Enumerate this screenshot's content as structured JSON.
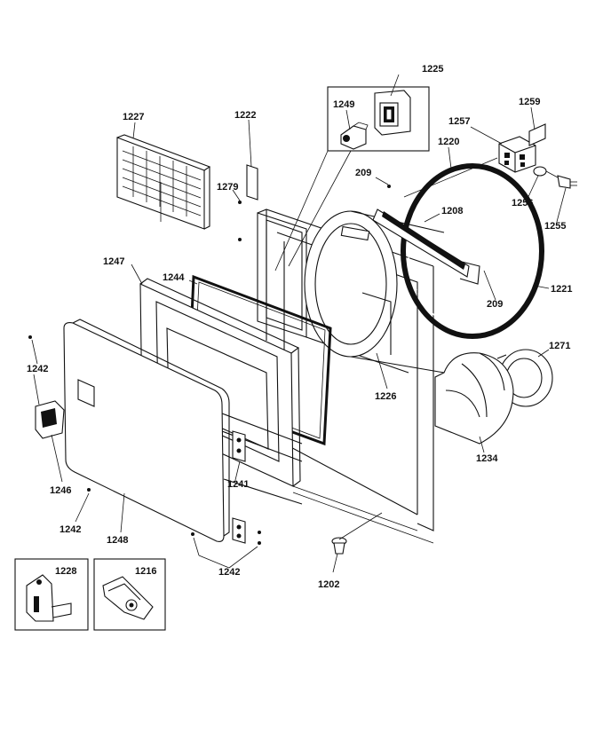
{
  "diagram": {
    "part_labels": {
      "p1225": "1225",
      "p1249": "1249",
      "p1227": "1227",
      "p1222": "1222",
      "p1259": "1259",
      "p1257": "1257",
      "p1220": "1220",
      "p209a": "209",
      "p1279": "1279",
      "p1208": "1208",
      "p1256": "1256",
      "p1255": "1255",
      "p1247": "1247",
      "p1244": "1244",
      "p209b": "209",
      "p1221": "1221",
      "p1271": "1271",
      "p1242a": "1242",
      "p1226": "1226",
      "p1246": "1246",
      "p1241": "1241",
      "p1234": "1234",
      "p1242b": "1242",
      "p1248": "1248",
      "p1242c": "1242",
      "p1202": "1202",
      "p1228": "1228",
      "p1216": "1216"
    }
  }
}
